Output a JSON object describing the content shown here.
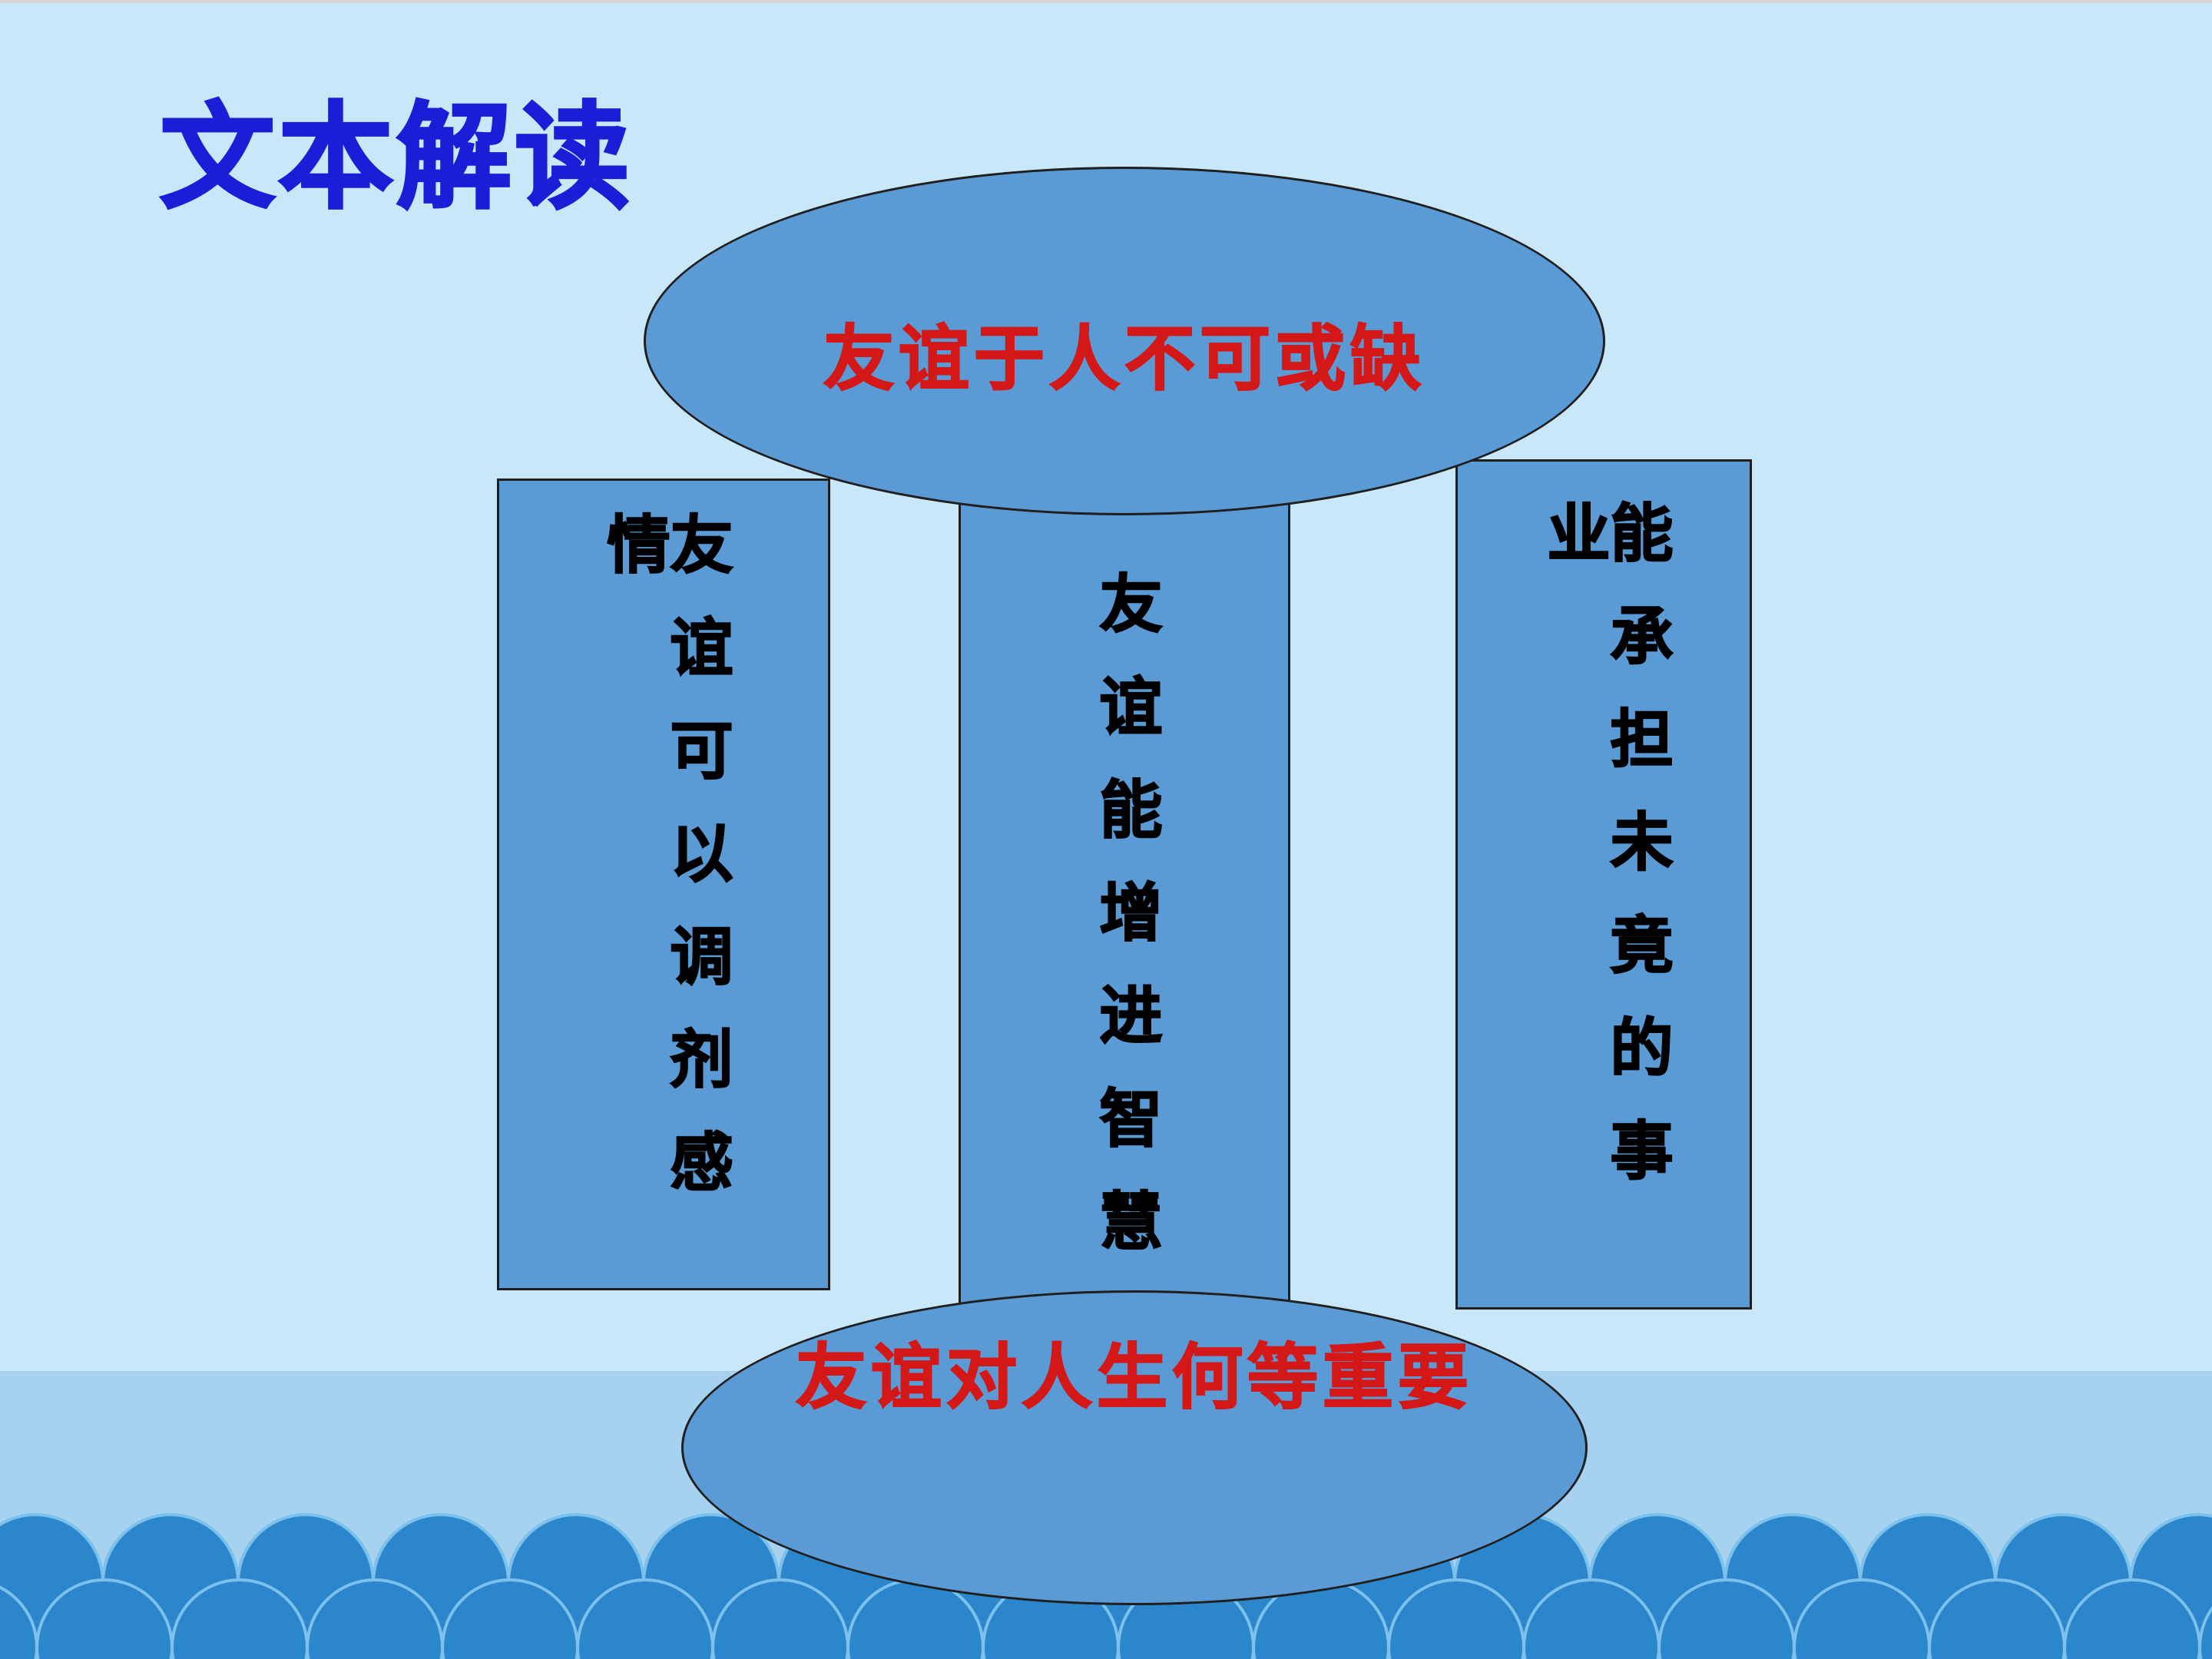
{
  "slide": {
    "title": "文本解读",
    "top_ellipse": "友谊于人不可或缺",
    "bottom_ellipse": "友谊对人生何等重要",
    "pillars": [
      "友谊可以调剂感情",
      "友谊能增进智慧",
      "能承担未竟的事业"
    ]
  },
  "colors": {
    "background": "#c8e8fa",
    "band": "#a6d2f0",
    "wave": "#2b86cc",
    "shape_fill": "#5b9bd5",
    "title": "#1a1ed6",
    "ellipse_text": "#d41818",
    "pillar_text": "#000000"
  }
}
